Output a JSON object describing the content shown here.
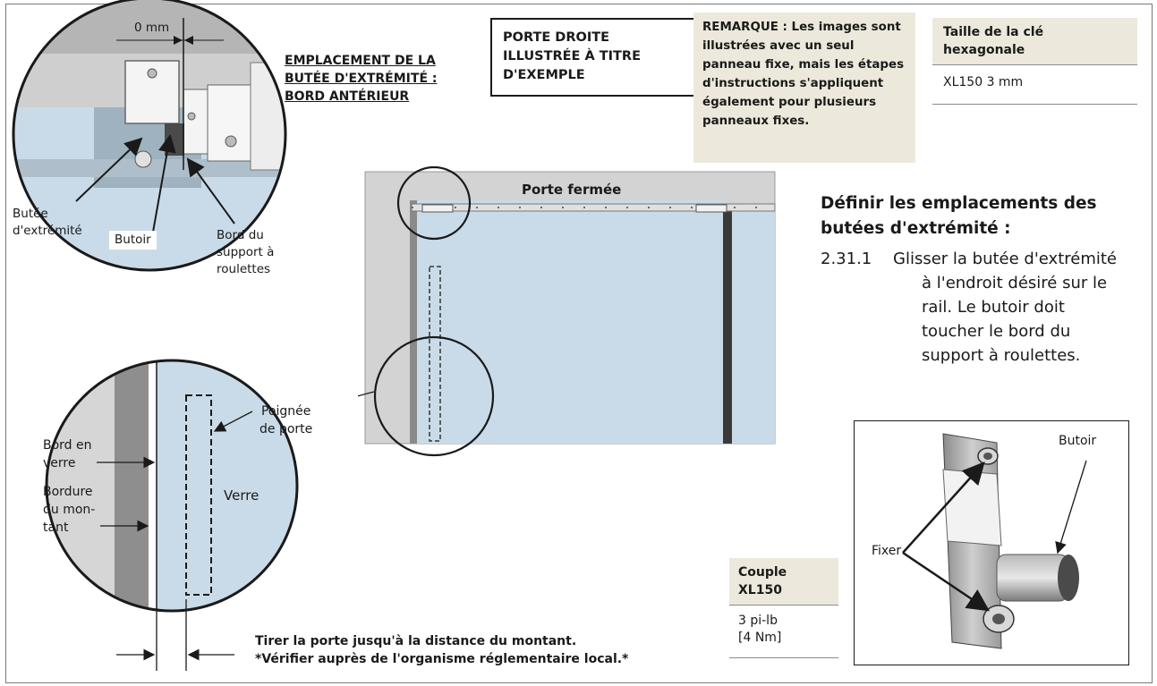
{
  "callout_top_left": {
    "dimension": "0 mm",
    "heading": [
      "EMPLACEMENT DE LA",
      "BUTÉE D'EXTRÉMITÉ :",
      "BORD ANTÉRIEUR"
    ],
    "labels": {
      "end_stop": [
        "Butée",
        "d'extrémité"
      ],
      "bumper": "Butoir",
      "roller_edge": [
        "Bord du",
        "support à",
        "roulettes"
      ]
    }
  },
  "title_box": [
    "PORTE DROITE",
    "ILLUSTRÉE À TITRE",
    "D'EXEMPLE"
  ],
  "note_box": "REMARQUE : Les images sont illustrées avec un seul panneau fixe, mais les étapes d'instructions s'appliquent également pour plusieurs panneaux fixes.",
  "hex_key": {
    "header": [
      "Taille de la clé",
      "hexagonale"
    ],
    "value": "XL150 3 mm"
  },
  "door_view": {
    "caption": "Porte fermée",
    "handle_label": [
      "Poignée",
      "de porte"
    ]
  },
  "detail_bottom_left": {
    "glass_edge": [
      "Bord en",
      "verre"
    ],
    "jamb_edge": [
      "Bordure",
      "du mon-",
      "tant"
    ],
    "glass": "Verre"
  },
  "instructions": {
    "title": "Définir les emplacements des butées d'extrémité :",
    "step_number": "2.31.1",
    "step_text": "Glisser la butée d'extrémité à l'endroit désiré sur le rail. Le butoir doit toucher le bord du support à roulettes."
  },
  "torque": {
    "header": [
      "Couple",
      "XL150"
    ],
    "value": [
      "3 pi-lb",
      "[4 Nm]"
    ]
  },
  "part_view": {
    "bumper": "Butoir",
    "fasten": "Fixer"
  },
  "bottom_caption": [
    "Tirer la porte jusqu'à la distance du montant.",
    "*Vérifier auprès de l'organisme réglementaire local.*"
  ]
}
